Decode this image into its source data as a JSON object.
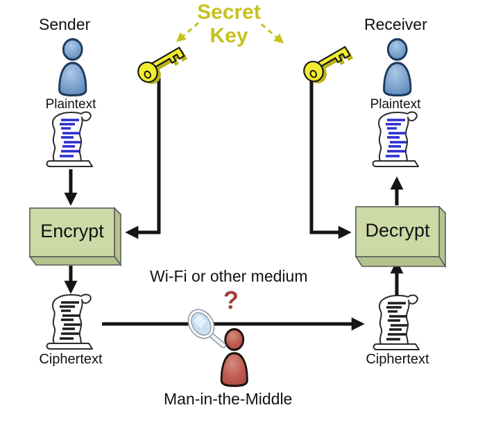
{
  "title": {
    "line1": "Secret",
    "line2": "Key"
  },
  "sender": {
    "name": "Sender",
    "plaintext": "Plaintext",
    "process": "Encrypt",
    "ciphertext": "Ciphertext"
  },
  "receiver": {
    "name": "Receiver",
    "plaintext": "Plaintext",
    "process": "Decrypt",
    "ciphertext": "Ciphertext"
  },
  "channel": {
    "medium": "Wi-Fi or other medium",
    "question": "?",
    "attacker": "Man-in-the-Middle"
  },
  "colors": {
    "title_yellow": "#c6c21d",
    "key_yellow": "#f2ec2e",
    "key_shadow": "#b8b115",
    "box_green": "#cdd9a6",
    "box_green_side": "#b5c48f",
    "person_blue": "#7b9fce",
    "person_blue_outline": "#1e3a5c",
    "person_red": "#c0584e",
    "question_red": "#a4403c",
    "arrow_black": "#151515",
    "plaintext_line_blue": "#2a2ccc",
    "ciphertext_line_black": "#1c1c1c",
    "lens_blue": "#c9e0f3"
  },
  "icons": {
    "sender_person": "person-silhouette",
    "receiver_person": "person-silhouette",
    "attacker_person": "person-silhouette",
    "key_left": "key",
    "key_right": "key",
    "plaintext_scroll": "scroll-document",
    "ciphertext_scroll": "scroll-document",
    "magnifier": "magnifying-glass"
  }
}
